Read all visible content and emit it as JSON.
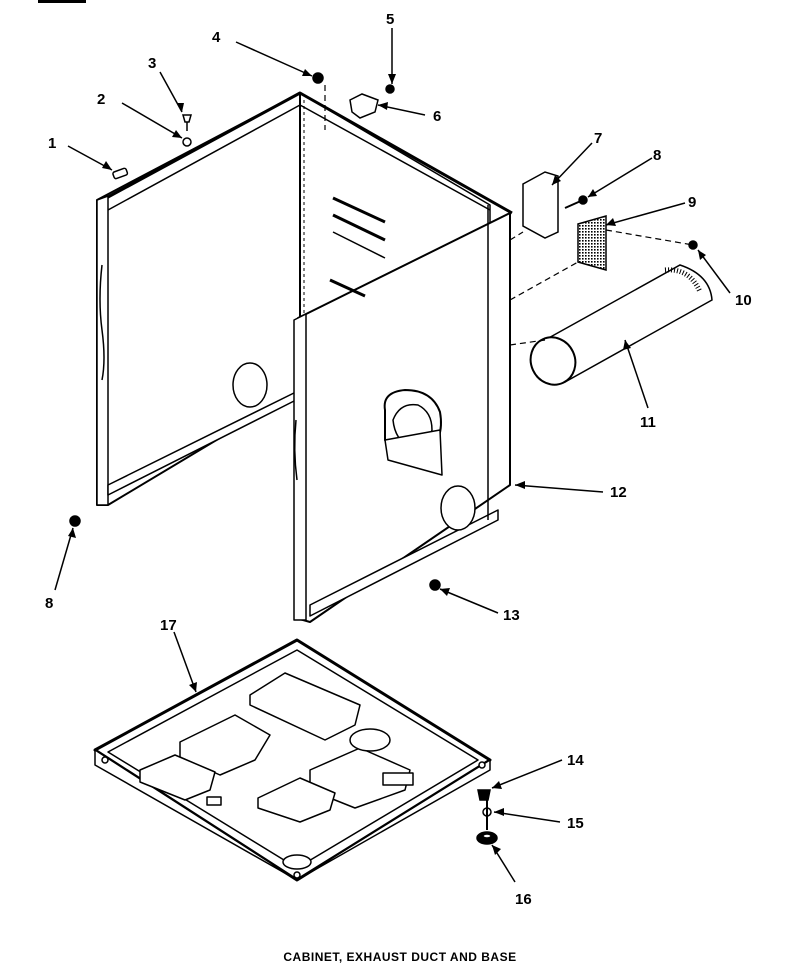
{
  "callouts": [
    {
      "id": "1",
      "text": "1"
    },
    {
      "id": "2",
      "text": "2"
    },
    {
      "id": "3",
      "text": "3"
    },
    {
      "id": "4",
      "text": "4"
    },
    {
      "id": "5",
      "text": "5"
    },
    {
      "id": "6",
      "text": "6"
    },
    {
      "id": "7",
      "text": "7"
    },
    {
      "id": "8a",
      "text": "8"
    },
    {
      "id": "9",
      "text": "9"
    },
    {
      "id": "10",
      "text": "10"
    },
    {
      "id": "11",
      "text": "11"
    },
    {
      "id": "12",
      "text": "12"
    },
    {
      "id": "8b",
      "text": "8"
    },
    {
      "id": "13",
      "text": "13"
    },
    {
      "id": "17",
      "text": "17"
    },
    {
      "id": "14",
      "text": "14"
    },
    {
      "id": "15",
      "text": "15"
    },
    {
      "id": "16",
      "text": "16"
    }
  ],
  "caption": "CABINET, EXHAUST DUCT AND BASE"
}
